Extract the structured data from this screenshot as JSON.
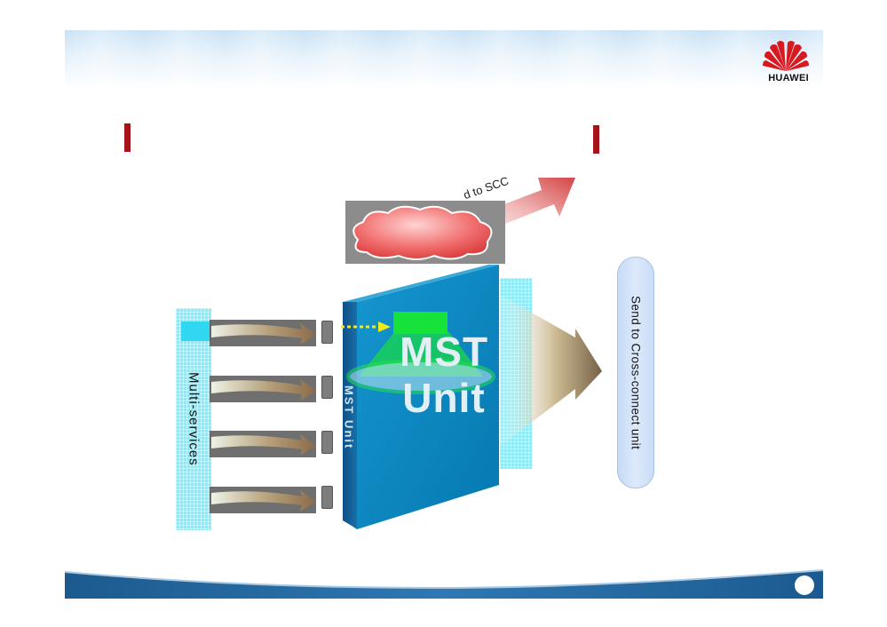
{
  "header": {
    "logo_text": "HUAWEI"
  },
  "diagram": {
    "multi_services_label": "Multi-services",
    "mst_side_label": "MST Unit",
    "mst_word_line1": "MST",
    "mst_word_line2": "Unit",
    "send_cross_connect_label": "Send to Cross-connect unit",
    "send_scc_label": "d to SCC"
  },
  "colors": {
    "title_accent": "#a6131b",
    "mst_panel": "#0b86be",
    "strip": "#8fe8f4",
    "footer": "#1d5d93"
  }
}
